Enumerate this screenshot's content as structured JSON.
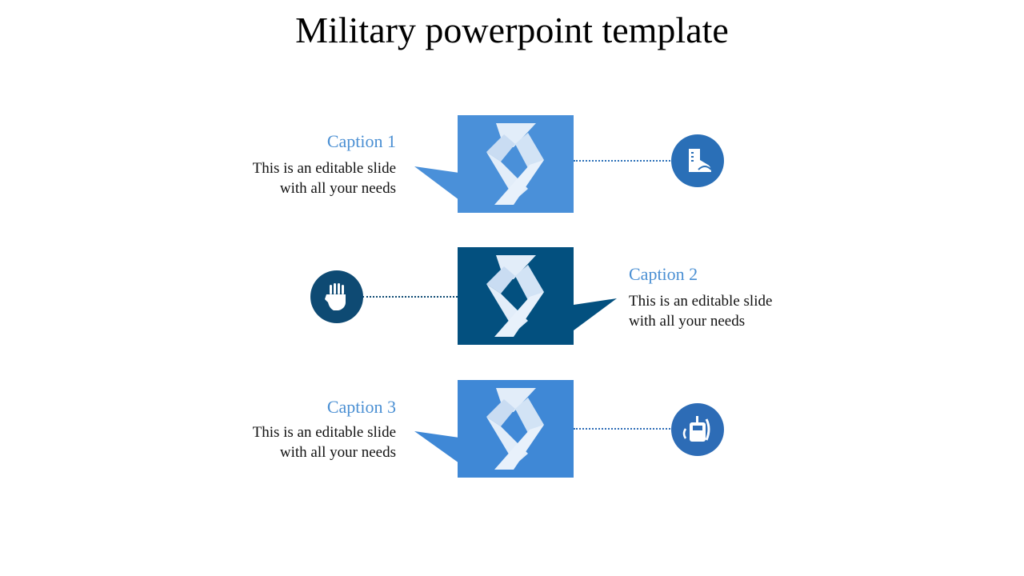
{
  "slide": {
    "title": "Military powerpoint template"
  },
  "items": [
    {
      "caption": "Caption 1",
      "line1": "This is an editable slide",
      "line2": "with all your needs",
      "icon": "boot-icon",
      "box_color": "#4a90d9",
      "circle_color": "#2a6fb7"
    },
    {
      "caption": "Caption 2",
      "line1": "This is an editable slide",
      "line2": "with all your needs",
      "icon": "glove-icon",
      "box_color": "#03507f",
      "circle_color": "#0e4a73"
    },
    {
      "caption": "Caption 3",
      "line1": "This is an editable slide",
      "line2": "with all your needs",
      "icon": "radio-icon",
      "box_color": "#3f88d6",
      "circle_color": "#2d6cb6"
    }
  ],
  "colors": {
    "caption_text": "#4a8fd3",
    "body_text": "#111111",
    "chevron": "#d8e6f5"
  }
}
